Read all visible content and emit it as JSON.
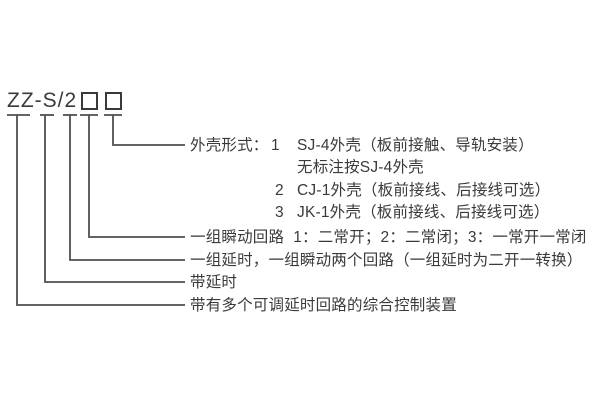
{
  "model": {
    "code": "ZZ-S/2",
    "blank_boxes": 2
  },
  "housing": {
    "label": "外壳形式：",
    "options": [
      {
        "num": "1",
        "text": "SJ-4外壳（板前接触、导轨安装）"
      },
      {
        "num": "",
        "text": "无标注按SJ-4外壳"
      },
      {
        "num": "2",
        "text": "CJ-1外壳（板前接线、后接线可选）"
      },
      {
        "num": "3",
        "text": "JK-1外壳（板前接线、后接线可选）"
      }
    ]
  },
  "rows": {
    "instant_circuit": "一组瞬动回路  1：二常开；2：二常闭；3：一常开一常闭",
    "delay_and_instant": "一组延时，一组瞬动两个回路（一组延时为二开一转换）",
    "with_delay": "带延时",
    "device_description": "带有多个可调延时回路的综合控制装置"
  },
  "colors": {
    "text": "#3a3a3a",
    "line": "#4f4f4f",
    "background": "#ffffff"
  }
}
